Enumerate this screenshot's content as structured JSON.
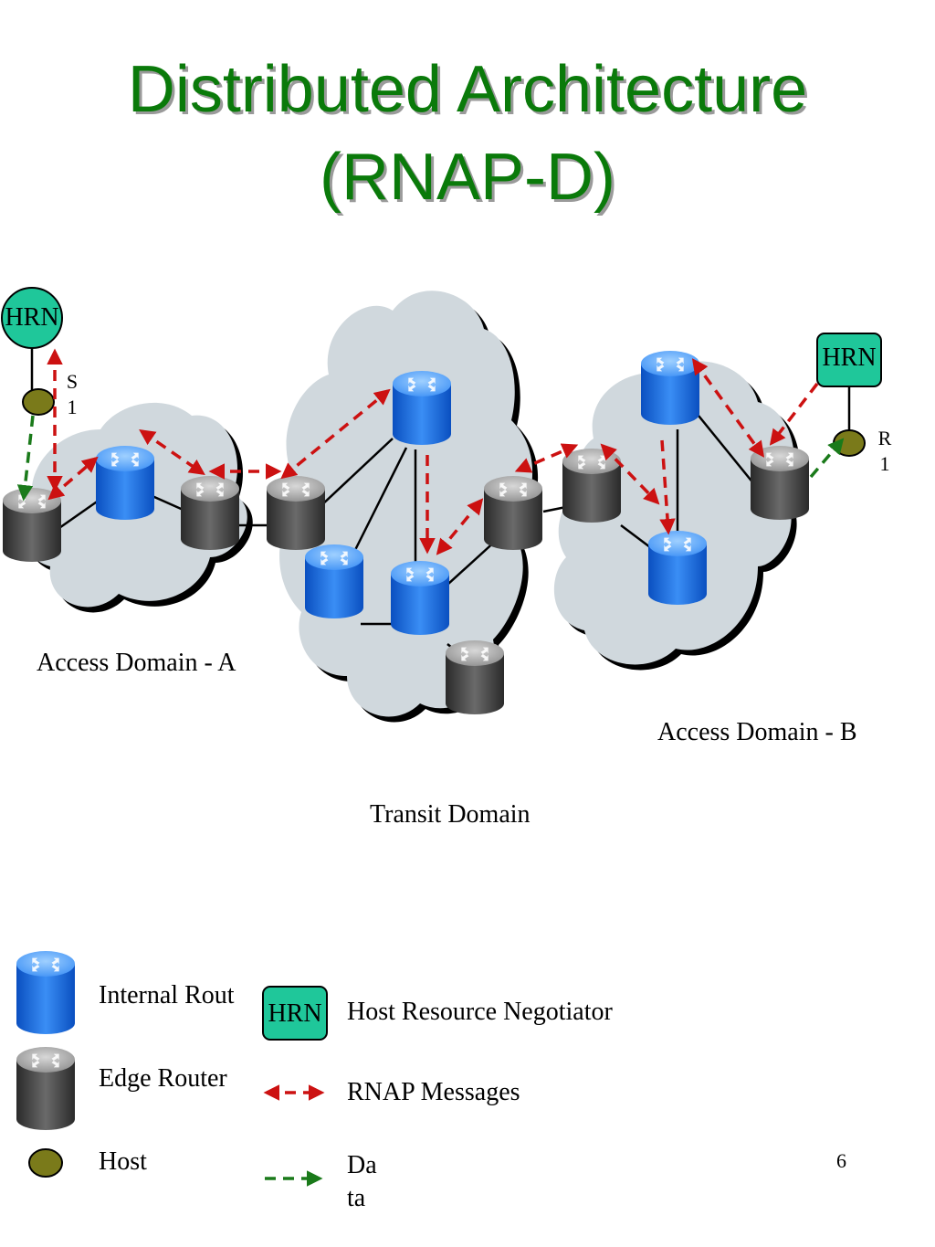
{
  "title": {
    "line1": "Distributed Architecture",
    "line2": "(RNAP-D)"
  },
  "diagram": {
    "hrn_label": "HRN",
    "sender_label": [
      "S",
      "1"
    ],
    "receiver_label": [
      "R",
      "1"
    ],
    "domain_a": "Access Domain - A",
    "domain_b": "Access Domain - B",
    "transit": "Transit Domain"
  },
  "legend": {
    "internal_router": "Internal Rout",
    "edge_router": "Edge Router",
    "host": "Host",
    "hrn_box": "HRN",
    "hrn_desc": "Host Resource Negotiator",
    "rnap": "RNAP Messages",
    "data": [
      "Da",
      "ta"
    ]
  },
  "page_number": "6",
  "colors": {
    "title": "#0a7a0a",
    "hrn_fill": "#1fc79a",
    "internal_router": "#1e6fe0",
    "edge_router": "#6a6a6a",
    "host": "#7a7a1a",
    "rnap_arrow": "#cc1111",
    "data_arrow": "#1a7a1a",
    "cloud": "#d0d8dd"
  }
}
